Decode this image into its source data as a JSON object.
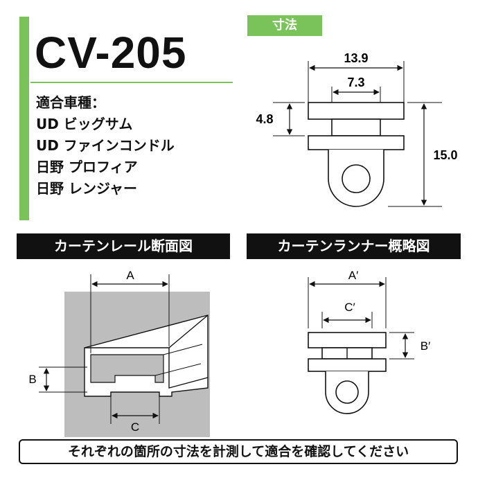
{
  "product": {
    "model": "CV-205"
  },
  "compat": {
    "heading": "適合車種：",
    "vehicles": [
      "UD ビッグサム",
      "UD ファインコンドル",
      "日野 プロフィア",
      "日野 レンジャー"
    ]
  },
  "dimensions": {
    "badge": "寸法",
    "overall_width": "13.9",
    "neck_width": "7.3",
    "gap_height": "4.8",
    "total_height": "15.0"
  },
  "rail_section": {
    "title": "カーテンレール断面図",
    "label_a": "A",
    "label_b": "B",
    "label_c": "C"
  },
  "runner_section": {
    "title": "カーテンランナー概略図",
    "label_a": "A′",
    "label_b": "B′",
    "label_c": "C′"
  },
  "footer": {
    "note": "それぞれの箇所の寸法を計測して適合を確認してください"
  },
  "colors": {
    "accent_green": "#7ac35a",
    "header_black": "#111111",
    "rail_gray": "#bdbdbd"
  }
}
